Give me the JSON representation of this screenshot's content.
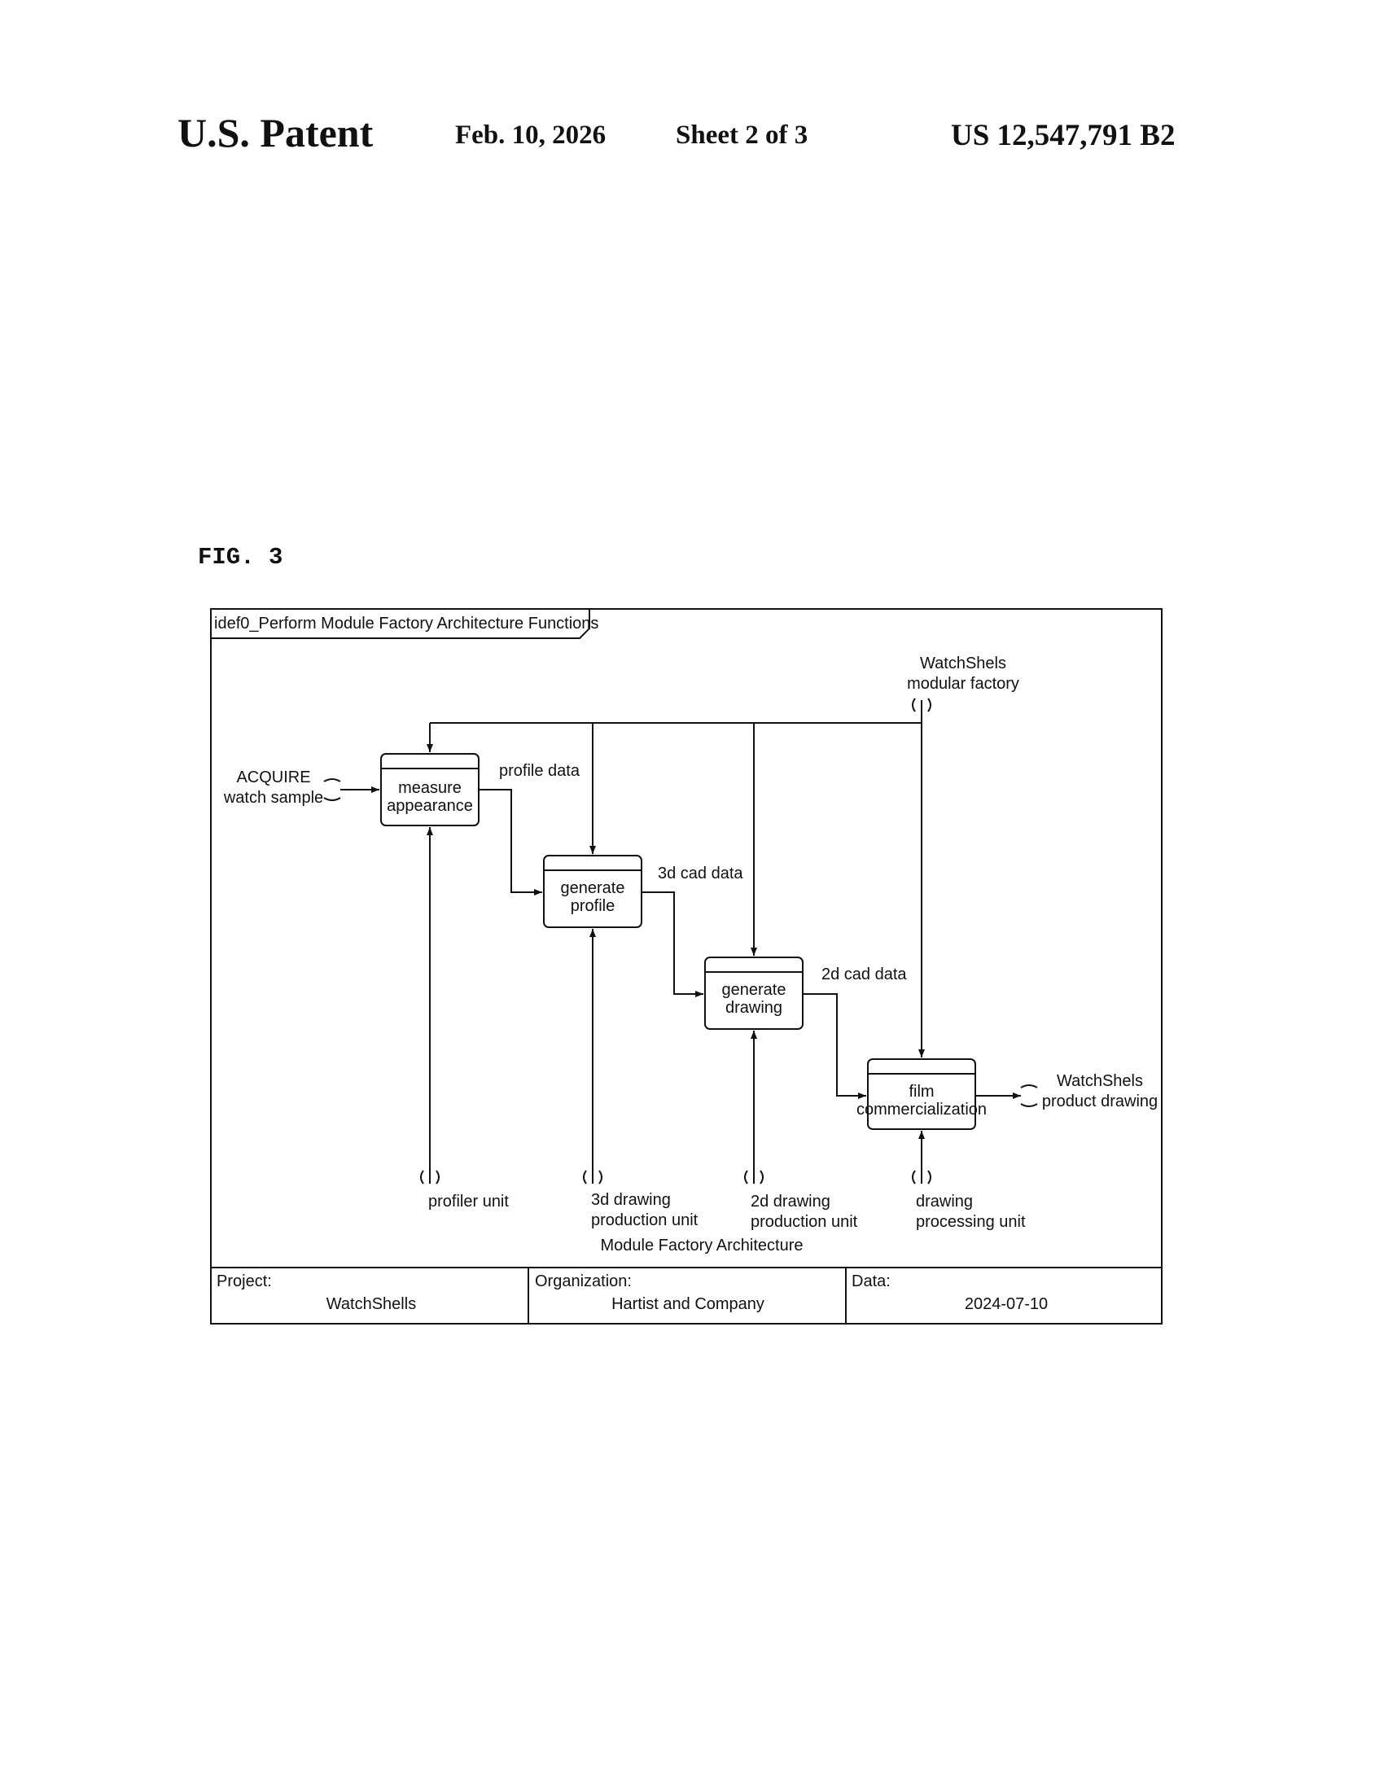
{
  "header": {
    "title": "U.S. Patent",
    "date": "Feb. 10, 2026",
    "sheet": "Sheet 2 of 3",
    "patent_number": "US 12,547,791 B2"
  },
  "figure": {
    "label": "FIG. 3",
    "frame_title": "idef0_Perform Module Factory Architecture Functions",
    "footer_caption": "Module Factory Architecture"
  },
  "boxes": [
    {
      "id": "measure",
      "lines": [
        "measure",
        "appearance"
      ]
    },
    {
      "id": "profile",
      "lines": [
        "generate",
        "profile"
      ]
    },
    {
      "id": "drawing",
      "lines": [
        "generate",
        "drawing"
      ]
    },
    {
      "id": "film",
      "lines": [
        "film",
        "commercialization"
      ]
    }
  ],
  "arrows": {
    "input_label": [
      "ACQUIRE",
      "watch sample"
    ],
    "output_label": [
      "WatchShels",
      "product drawing"
    ],
    "control_label": [
      "WatchShels",
      "modular factory"
    ],
    "profile_data": "profile data",
    "cad3d": "3d cad data",
    "cad2d": "2d cad data"
  },
  "mechanisms": [
    {
      "lines": [
        "profiler unit"
      ]
    },
    {
      "lines": [
        "3d drawing",
        "production unit"
      ]
    },
    {
      "lines": [
        "2d drawing",
        "production unit"
      ]
    },
    {
      "lines": [
        "drawing",
        "processing unit"
      ]
    }
  ],
  "title_block": {
    "project_label": "Project:",
    "project_value": "WatchShells",
    "org_label": "Organization:",
    "org_value": "Hartist and Company",
    "data_label": "Data:",
    "data_value": "2024-07-10"
  }
}
